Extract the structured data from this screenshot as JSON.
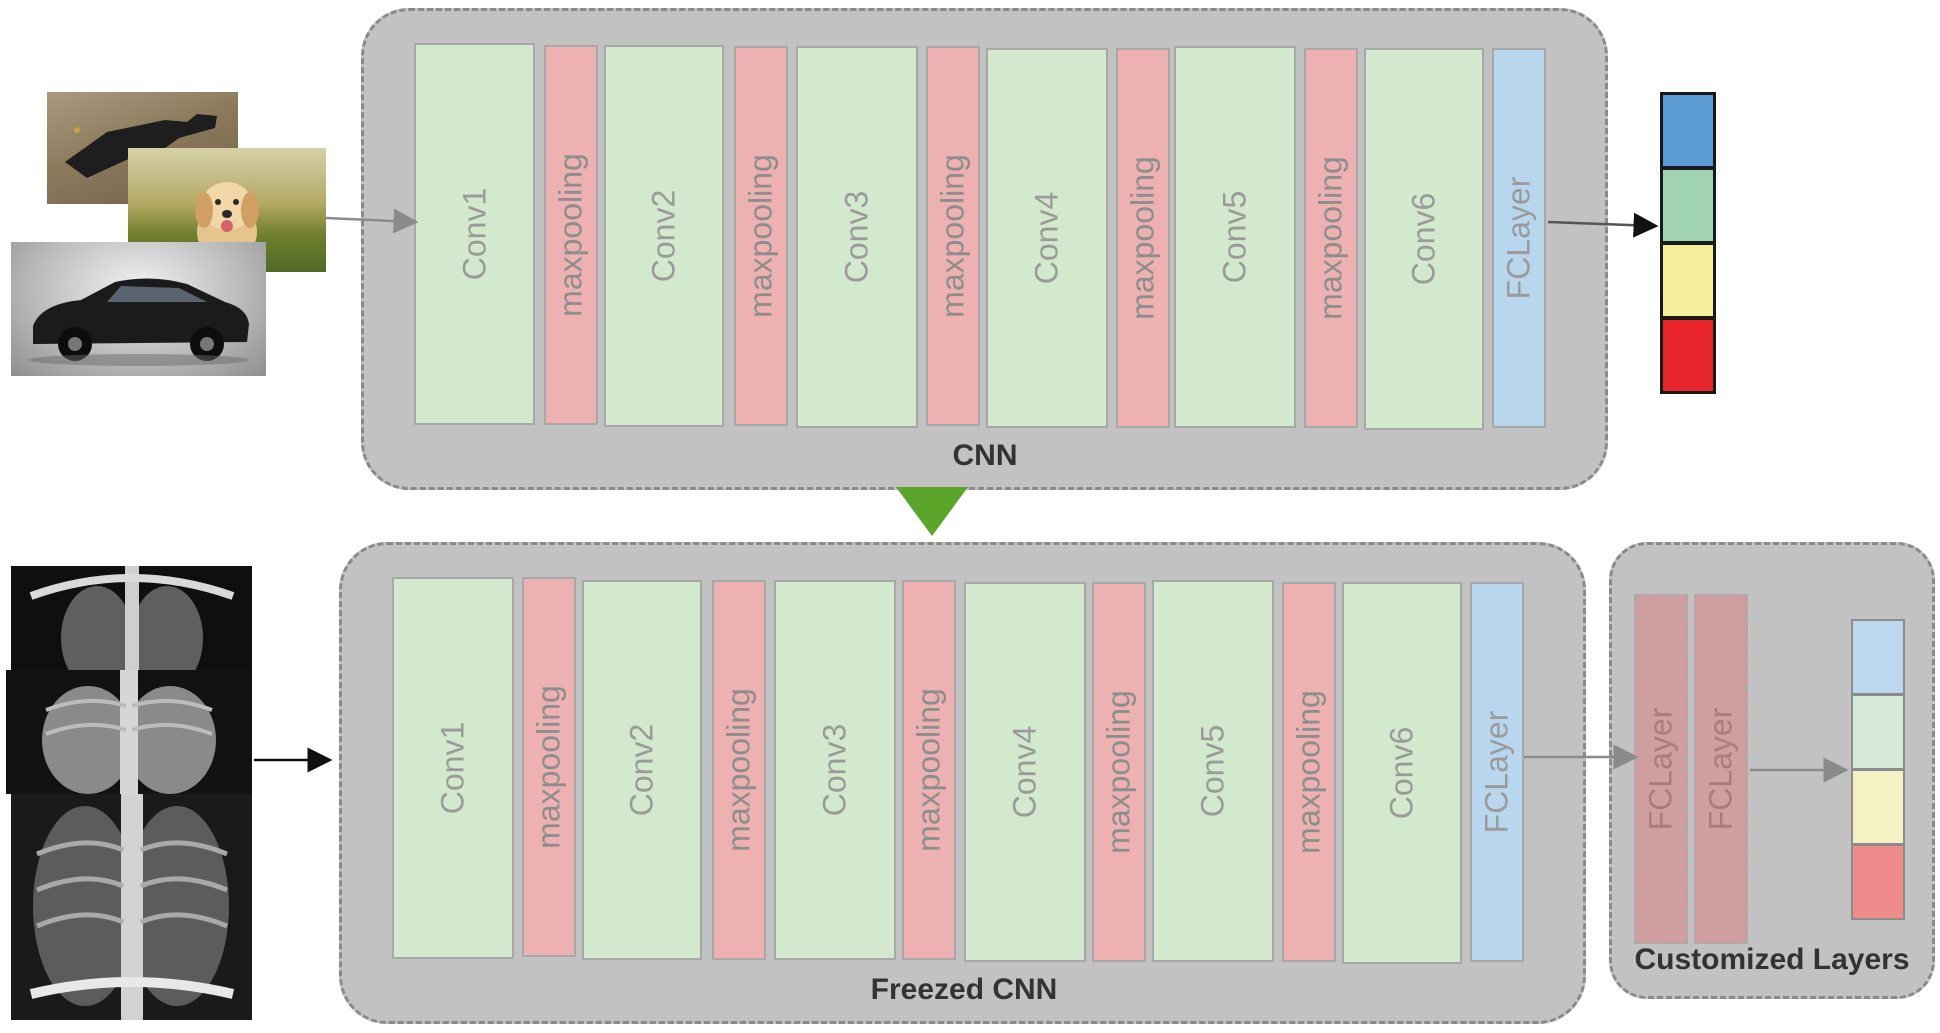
{
  "top_network": {
    "title": "CNN",
    "layers": [
      {
        "label": "Conv1",
        "kind": "conv"
      },
      {
        "label": "maxpooling",
        "kind": "pool"
      },
      {
        "label": "Conv2",
        "kind": "conv"
      },
      {
        "label": "maxpooling",
        "kind": "pool"
      },
      {
        "label": "Conv3",
        "kind": "conv"
      },
      {
        "label": "maxpooling",
        "kind": "pool"
      },
      {
        "label": "Conv4",
        "kind": "conv"
      },
      {
        "label": "maxpooling",
        "kind": "pool"
      },
      {
        "label": "Conv5",
        "kind": "conv"
      },
      {
        "label": "maxpooling",
        "kind": "pool"
      },
      {
        "label": "Conv6",
        "kind": "conv"
      },
      {
        "label": "FCLayer",
        "kind": "fc"
      }
    ],
    "output_colors": [
      "#5b9bd5",
      "#9fd3b4",
      "#f5ee9a",
      "#e8252a"
    ]
  },
  "bottom_network": {
    "title": "Freezed CNN",
    "layers": [
      {
        "label": "Conv1",
        "kind": "conv"
      },
      {
        "label": "maxpooling",
        "kind": "pool"
      },
      {
        "label": "Conv2",
        "kind": "conv"
      },
      {
        "label": "maxpooling",
        "kind": "pool"
      },
      {
        "label": "Conv3",
        "kind": "conv"
      },
      {
        "label": "maxpooling",
        "kind": "pool"
      },
      {
        "label": "Conv4",
        "kind": "conv"
      },
      {
        "label": "maxpooling",
        "kind": "pool"
      },
      {
        "label": "Conv5",
        "kind": "conv"
      },
      {
        "label": "maxpooling",
        "kind": "pool"
      },
      {
        "label": "Conv6",
        "kind": "conv"
      },
      {
        "label": "FCLayer",
        "kind": "fc"
      }
    ]
  },
  "custom_network": {
    "title": "Customized Layers",
    "layers": [
      {
        "label": "FCLayer",
        "kind": "custom"
      },
      {
        "label": "FCLayer",
        "kind": "custom"
      }
    ],
    "output_colors": [
      "#bcd7ee",
      "#d4e9d8",
      "#f5f1c4",
      "#f08b8b"
    ]
  },
  "colors": {
    "conv": "#d3e9cd",
    "pool": "#eeb1b1",
    "fc": "#b9d6ef",
    "panel": "#c2c2c2",
    "transfer_arrow": "#5aa52a"
  }
}
